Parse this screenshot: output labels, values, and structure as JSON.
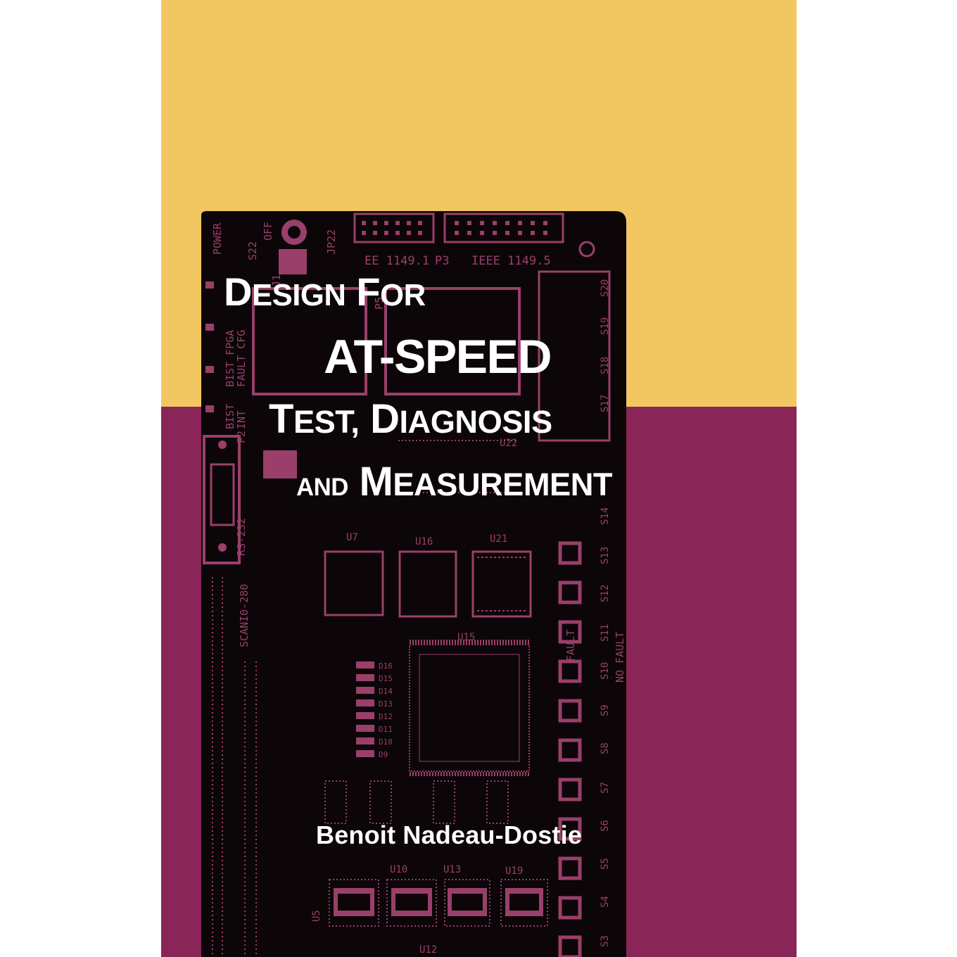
{
  "cover": {
    "colors": {
      "top_band": "#f2c661",
      "bottom_band": "#8a2558",
      "board": "#0c0608",
      "board_marking": "#9a3f6a",
      "text": "#ffffff"
    },
    "title_lines": {
      "line1_cap1": "D",
      "line1_rest1": "ESIGN",
      "line1_cap2": "F",
      "line1_rest2": "OR",
      "line2": "AT-SPEED",
      "line3_cap1": "T",
      "line3_rest1": "EST,",
      "line3_cap2": "D",
      "line3_rest2": "IAGNOSIS",
      "line4_small": "AND",
      "line4_cap": "M",
      "line4_rest": "EASUREMENT"
    },
    "author": "Benoit Nadeau-Dostie",
    "board_labels": {
      "power": "POWER",
      "off": "OFF",
      "s22": "S22",
      "j1": "J1",
      "jp22": "JP22",
      "ieee_1149_1": "EE 1149.1",
      "p3": "P3",
      "ieee_1149_5": "IEEE 1149.5",
      "p5": "P5",
      "bist_fpga": "BIST FPGA",
      "fault_cfg": "FAULT CFG",
      "bist": "BIST",
      "int": "INT",
      "p2": "P2",
      "rs232": "RS-232",
      "u22": "U22",
      "u7": "U7",
      "u16": "U16",
      "u21": "U21",
      "u15": "U15",
      "scan": "SCANI0-280",
      "fault": "FAULT",
      "no_fault": "NO FAULT",
      "u10": "U10",
      "u13": "U13",
      "u19": "U19",
      "u12": "U12",
      "u5": "U5",
      "s20": "S20",
      "s19": "S19",
      "s18": "S18",
      "s17": "S17",
      "s14": "S14",
      "s13": "S13",
      "s12": "S12",
      "s11": "S11",
      "s10": "S10",
      "s9": "S9",
      "s8": "S8",
      "s7": "S7",
      "s6": "S6",
      "s5": "S5",
      "s4": "S4",
      "s3": "S3",
      "d16": "D16",
      "d15": "D15",
      "d14": "D14",
      "d13": "D13",
      "d12": "D12",
      "d11": "D11",
      "d10": "D10",
      "d9": "D9"
    }
  }
}
